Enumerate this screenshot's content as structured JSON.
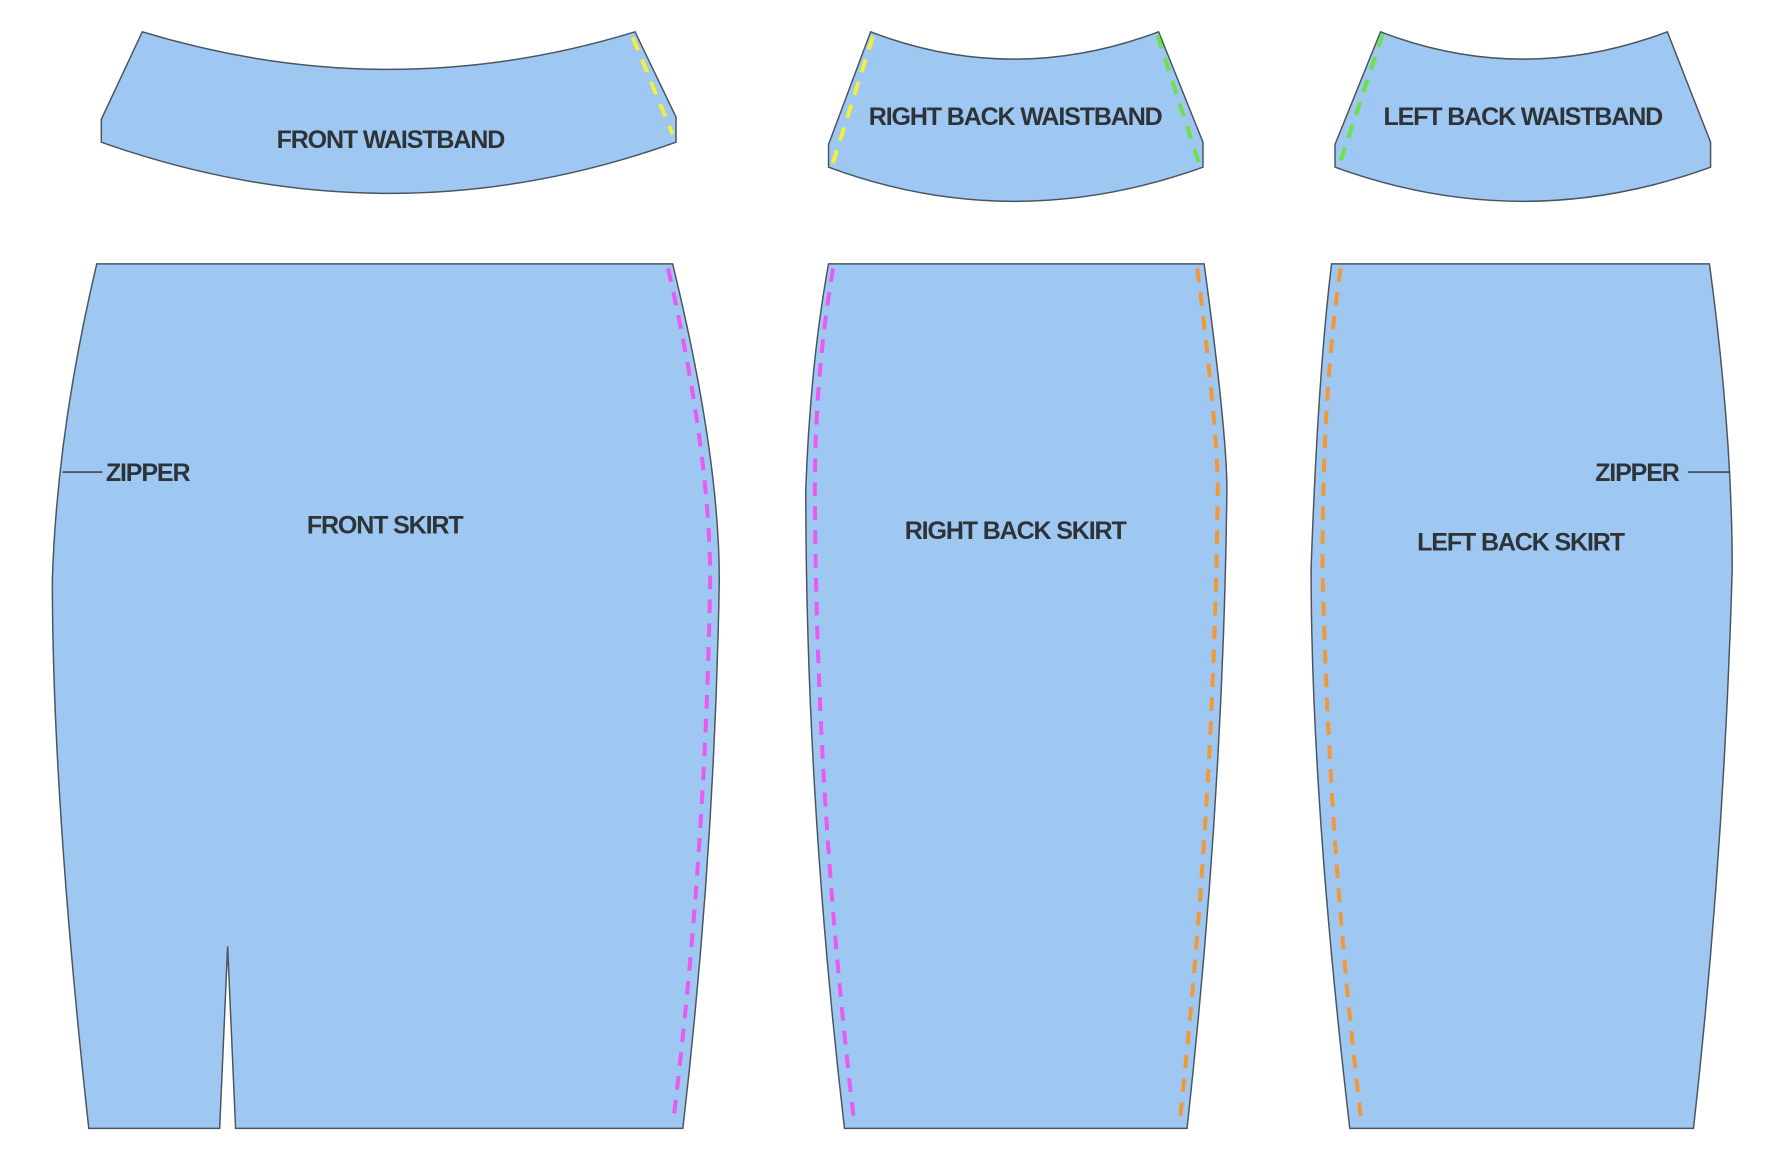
{
  "colors": {
    "fabric": "#9ec8f2",
    "outline": "#4a5560",
    "text": "#2e3338",
    "seam_yellow": "#f2ee3c",
    "seam_green": "#6ee04a",
    "seam_magenta": "#e95af0",
    "seam_orange": "#f0983a"
  },
  "pieces": {
    "front_waistband": "FRONT WAISTBAND",
    "right_back_waistband": "RIGHT BACK WAISTBAND",
    "left_back_waistband": "LEFT BACK WAISTBAND",
    "front_skirt": "FRONT SKIRT",
    "right_back_skirt": "RIGHT BACK SKIRT",
    "left_back_skirt": "LEFT BACK SKIRT"
  },
  "annotations": {
    "front_zipper": "ZIPPER",
    "back_zipper": "ZIPPER"
  }
}
